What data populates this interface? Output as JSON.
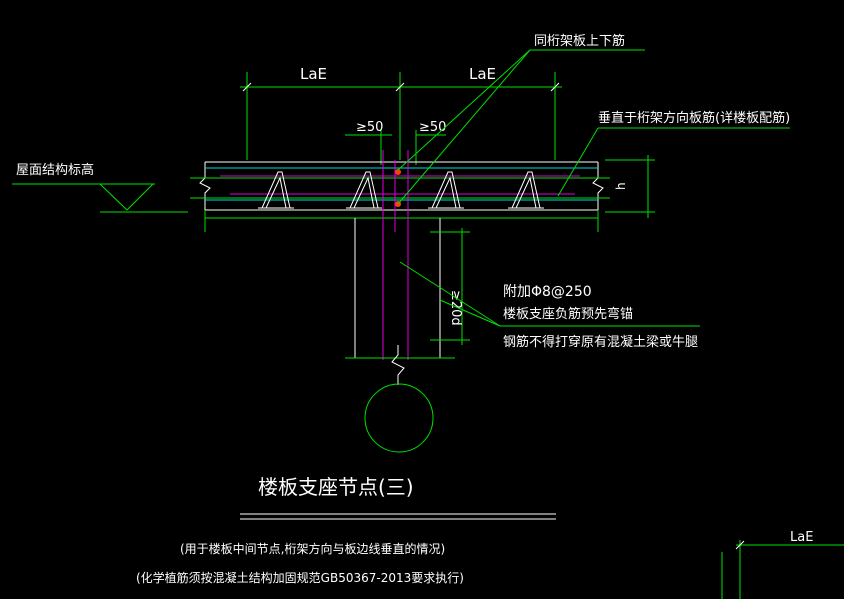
{
  "labels": {
    "lae_left": "LaE",
    "lae_right": "LaE",
    "lae_corner": "LaE",
    "min_left": "≥50",
    "min_right": "≥50",
    "height_dim": "h",
    "anchor_dim": "≥20d",
    "same_truss": "同桁架板上下筋",
    "perp_rebar": "垂直于桁架方向板筋(详楼板配筋)",
    "roof_elev": "屋面结构标高",
    "add_rebar": "附加Φ8@250",
    "support_note": "楼板支座负筋预先弯锚",
    "no_drill": "钢筋不得打穿原有混凝土梁或牛腿",
    "title": "楼板支座节点(三)",
    "note1": "(用于楼板中间节点,桁架方向与板边线垂直的情况)",
    "note2": "(化学植筋须按混凝土结构加固规范GB50367-2013要求执行)"
  },
  "colors": {
    "background": "#000000",
    "dimension": "#00e000",
    "outline": "#ffffff",
    "rebar_magenta": "#e000e0",
    "rebar_cyan": "#00d8d8",
    "point_marker": "#ff4000"
  }
}
